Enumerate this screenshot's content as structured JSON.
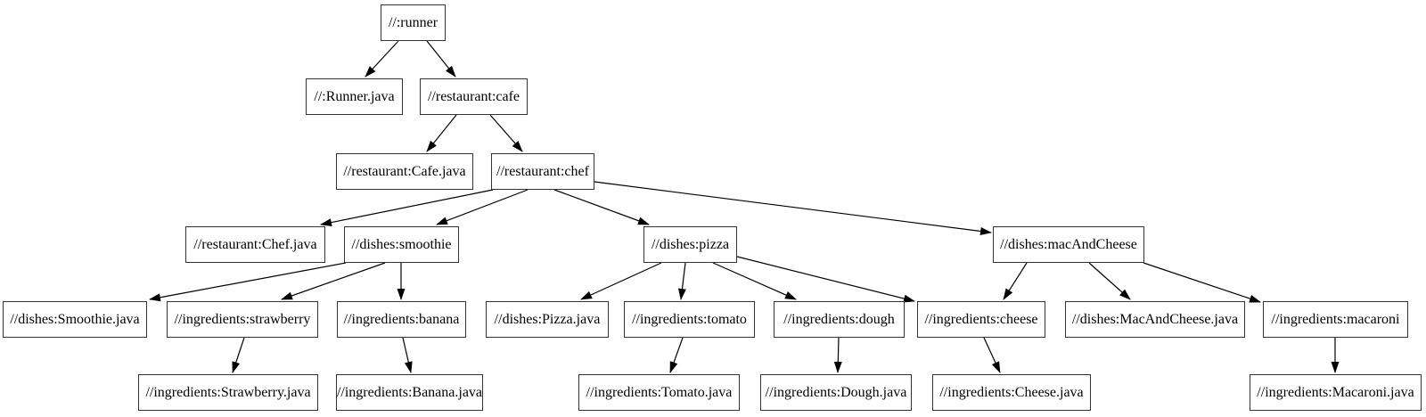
{
  "diagram": {
    "kind": "dependency-graph"
  },
  "colors": {
    "background": "#ffffff",
    "node_border": "#333333",
    "node_fill": "#ffffff",
    "edge": "#000000",
    "text": "#000000"
  },
  "graph": {
    "nodes": [
      {
        "id": "runner",
        "label": "//:runner"
      },
      {
        "id": "runner_java",
        "label": "//:Runner.java"
      },
      {
        "id": "cafe",
        "label": "//restaurant:cafe"
      },
      {
        "id": "cafe_java",
        "label": "//restaurant:Cafe.java"
      },
      {
        "id": "chef",
        "label": "//restaurant:chef"
      },
      {
        "id": "chef_java",
        "label": "//restaurant:Chef.java"
      },
      {
        "id": "smoothie",
        "label": "//dishes:smoothie"
      },
      {
        "id": "pizza",
        "label": "//dishes:pizza"
      },
      {
        "id": "macandcheese",
        "label": "//dishes:macAndCheese"
      },
      {
        "id": "smoothie_java",
        "label": "//dishes:Smoothie.java"
      },
      {
        "id": "strawberry",
        "label": "//ingredients:strawberry"
      },
      {
        "id": "banana",
        "label": "//ingredients:banana"
      },
      {
        "id": "pizza_java",
        "label": "//dishes:Pizza.java"
      },
      {
        "id": "tomato",
        "label": "//ingredients:tomato"
      },
      {
        "id": "dough",
        "label": "//ingredients:dough"
      },
      {
        "id": "cheese",
        "label": "//ingredients:cheese"
      },
      {
        "id": "macandcheese_java",
        "label": "//dishes:MacAndCheese.java"
      },
      {
        "id": "macaroni",
        "label": "//ingredients:macaroni"
      },
      {
        "id": "strawberry_java",
        "label": "//ingredients:Strawberry.java"
      },
      {
        "id": "banana_java",
        "label": "//ingredients:Banana.java"
      },
      {
        "id": "tomato_java",
        "label": "//ingredients:Tomato.java"
      },
      {
        "id": "dough_java",
        "label": "//ingredients:Dough.java"
      },
      {
        "id": "cheese_java",
        "label": "//ingredients:Cheese.java"
      },
      {
        "id": "macaroni_java",
        "label": "//ingredients:Macaroni.java"
      }
    ],
    "edges": [
      {
        "from": "runner",
        "to": "runner_java"
      },
      {
        "from": "runner",
        "to": "cafe"
      },
      {
        "from": "cafe",
        "to": "cafe_java"
      },
      {
        "from": "cafe",
        "to": "chef"
      },
      {
        "from": "chef",
        "to": "chef_java"
      },
      {
        "from": "chef",
        "to": "smoothie"
      },
      {
        "from": "chef",
        "to": "pizza"
      },
      {
        "from": "chef",
        "to": "macandcheese"
      },
      {
        "from": "smoothie",
        "to": "smoothie_java"
      },
      {
        "from": "smoothie",
        "to": "strawberry"
      },
      {
        "from": "smoothie",
        "to": "banana"
      },
      {
        "from": "strawberry",
        "to": "strawberry_java"
      },
      {
        "from": "banana",
        "to": "banana_java"
      },
      {
        "from": "pizza",
        "to": "pizza_java"
      },
      {
        "from": "pizza",
        "to": "tomato"
      },
      {
        "from": "pizza",
        "to": "dough"
      },
      {
        "from": "pizza",
        "to": "cheese"
      },
      {
        "from": "macandcheese",
        "to": "cheese"
      },
      {
        "from": "macandcheese",
        "to": "macandcheese_java"
      },
      {
        "from": "macandcheese",
        "to": "macaroni"
      },
      {
        "from": "tomato",
        "to": "tomato_java"
      },
      {
        "from": "dough",
        "to": "dough_java"
      },
      {
        "from": "cheese",
        "to": "cheese_java"
      },
      {
        "from": "macaroni",
        "to": "macaroni_java"
      }
    ]
  }
}
